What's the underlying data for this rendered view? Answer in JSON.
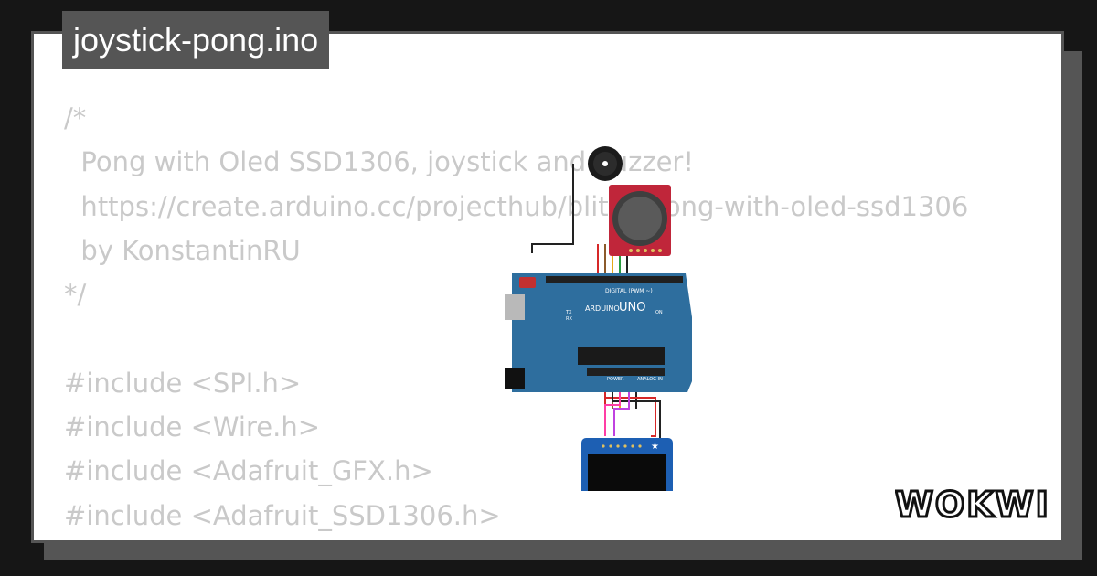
{
  "file": {
    "title": "joystick-pong.ino"
  },
  "code": {
    "lines": [
      "/*",
      "  Pong with Oled SSD1306, joystick and buzzer!",
      "  https://create.arduino.cc/projecthub/blitza/pong-with-oled-ssd1306",
      "  by KonstantinRU",
      "*/",
      "",
      "#include <SPI.h>",
      "#include <Wire.h>",
      "#include <Adafruit_GFX.h>",
      "#include <Adafruit_SSD1306.h>"
    ]
  },
  "board": {
    "brand": "ARDUINO",
    "model": "UNO",
    "header_digital": "DIGITAL (PWM ~)",
    "header_power": "POWER",
    "header_analog": "ANALOG IN",
    "led_tx": "TX",
    "led_rx": "RX",
    "led_on": "ON"
  },
  "brand": {
    "logo": "WOKWI"
  },
  "colors": {
    "background": "#161616",
    "card": "#ffffff",
    "tab": "#555555",
    "code_text": "#c9c9c9",
    "board": "#2e6e9e",
    "joystick_breakout": "#c0263a",
    "oled_board": "#1d5fb3"
  }
}
